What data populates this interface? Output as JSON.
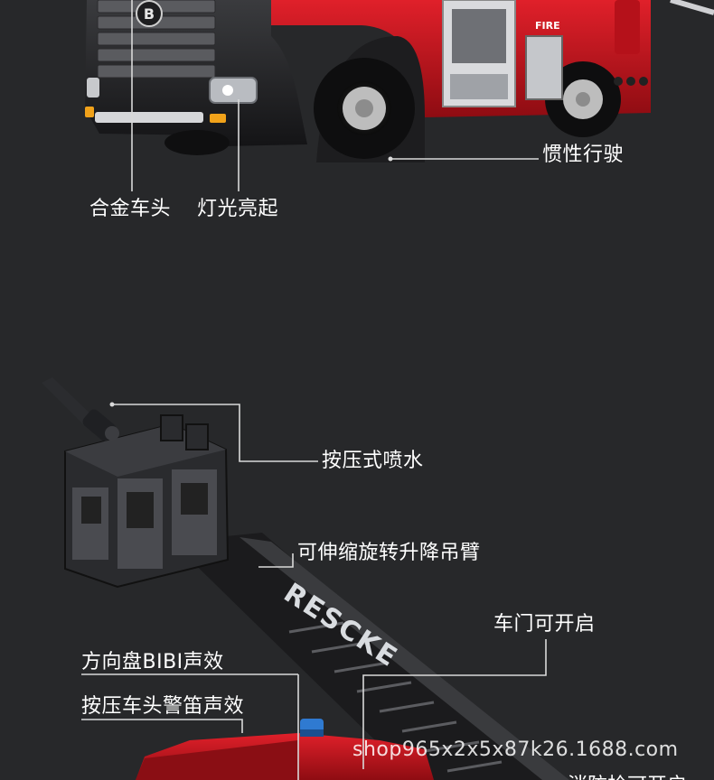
{
  "callouts": {
    "alloy_head": "合金车头",
    "lights_on": "灯光亮起",
    "inertia_drive": "惯性行驶",
    "press_spray": "按压式喷水",
    "telescopic_boom": "可伸缩旋转升降吊臂",
    "door_open": "车门可开启",
    "steering_bibi": "方向盘BIBI声效",
    "press_siren": "按压车头警笛声效",
    "bottom_partial": "消防栓可开启"
  },
  "truck_text": {
    "fire": "FIRE",
    "rescue_panel": "RESCKE",
    "badge_letter": "B"
  },
  "watermark": "shop965x2x5x87k26.1688.com",
  "colors": {
    "background": "#27282a",
    "truck_red": "#c8141e",
    "truck_dark": "#1c1c1e",
    "callout_line": "#d9d9d9",
    "text": "#ffffff"
  }
}
